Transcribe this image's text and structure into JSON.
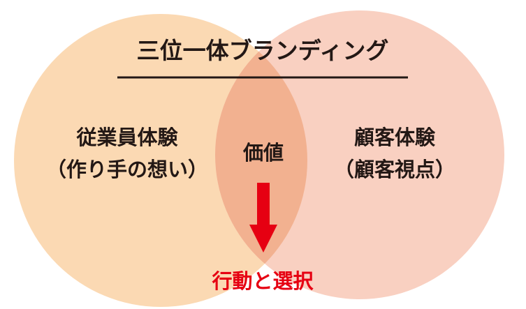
{
  "title": "三位一体ブランディング",
  "left_circle": {
    "line1": "従業員体験",
    "line2": "（作り手の想い）"
  },
  "right_circle": {
    "line1": "顧客体験",
    "line2": "（顧客視点）"
  },
  "center_label": "価値",
  "bottom_label": "行動と選択",
  "colors": {
    "left_fill": "#fbd9b3",
    "right_fill": "#f9d0c1",
    "overlap_fill": "#f2b190",
    "text": "#231815",
    "accent": "#e60012",
    "rule": "#231815"
  }
}
